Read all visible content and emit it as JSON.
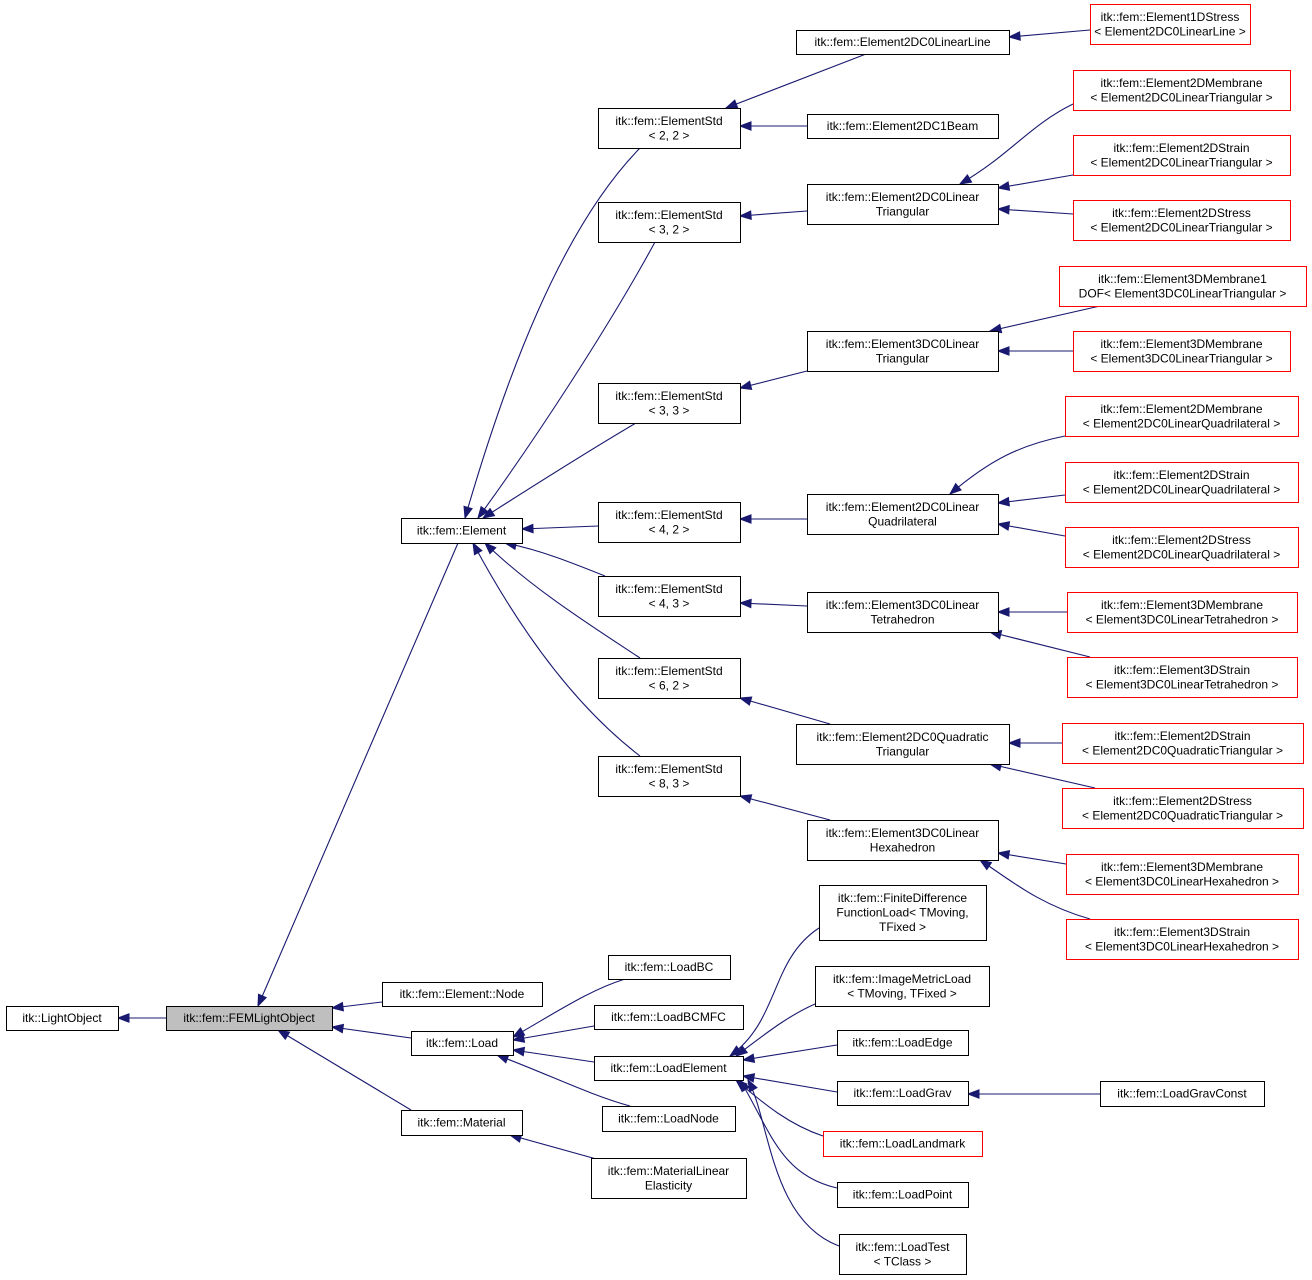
{
  "colors": {
    "edge": "#191970",
    "border": "#000000",
    "truncated_border": "#ff0000",
    "highlight_fill": "#bfbfbf"
  },
  "nodes": [
    {
      "id": "lightobject",
      "lines": [
        "itk::LightObject"
      ]
    },
    {
      "id": "femlightobject",
      "lines": [
        "itk::fem::FEMLightObject"
      ],
      "highlight": true
    },
    {
      "id": "element",
      "lines": [
        "itk::fem::Element"
      ]
    },
    {
      "id": "element-node",
      "lines": [
        "itk::fem::Element::Node"
      ]
    },
    {
      "id": "load",
      "lines": [
        "itk::fem::Load"
      ]
    },
    {
      "id": "material",
      "lines": [
        "itk::fem::Material"
      ]
    },
    {
      "id": "estd-2-2",
      "lines": [
        "itk::fem::ElementStd",
        "< 2, 2 >"
      ]
    },
    {
      "id": "estd-3-2",
      "lines": [
        "itk::fem::ElementStd",
        "< 3, 2 >"
      ]
    },
    {
      "id": "estd-3-3",
      "lines": [
        "itk::fem::ElementStd",
        "< 3, 3 >"
      ]
    },
    {
      "id": "estd-4-2",
      "lines": [
        "itk::fem::ElementStd",
        "< 4, 2 >"
      ]
    },
    {
      "id": "estd-4-3",
      "lines": [
        "itk::fem::ElementStd",
        "< 4, 3 >"
      ]
    },
    {
      "id": "estd-6-2",
      "lines": [
        "itk::fem::ElementStd",
        "< 6, 2 >"
      ]
    },
    {
      "id": "estd-8-3",
      "lines": [
        "itk::fem::ElementStd",
        "< 8, 3 >"
      ]
    },
    {
      "id": "e2dc0-line",
      "lines": [
        "itk::fem::Element2DC0LinearLine"
      ]
    },
    {
      "id": "e2dc1-beam",
      "lines": [
        "itk::fem::Element2DC1Beam"
      ]
    },
    {
      "id": "e2dc0-tri",
      "lines": [
        "itk::fem::Element2DC0Linear",
        "Triangular"
      ]
    },
    {
      "id": "e3dc0-tri",
      "lines": [
        "itk::fem::Element3DC0Linear",
        "Triangular"
      ]
    },
    {
      "id": "e2dc0-quad",
      "lines": [
        "itk::fem::Element2DC0Linear",
        "Quadrilateral"
      ]
    },
    {
      "id": "e3dc0-tet",
      "lines": [
        "itk::fem::Element3DC0Linear",
        "Tetrahedron"
      ]
    },
    {
      "id": "e2dc0-qtri",
      "lines": [
        "itk::fem::Element2DC0Quadratic",
        "Triangular"
      ]
    },
    {
      "id": "e3dc0-hex",
      "lines": [
        "itk::fem::Element3DC0Linear",
        "Hexahedron"
      ]
    },
    {
      "id": "e1d-stress",
      "lines": [
        "itk::fem::Element1DStress",
        "< Element2DC0LinearLine >"
      ],
      "truncated": true
    },
    {
      "id": "e2d-mem-tri",
      "lines": [
        "itk::fem::Element2DMembrane",
        "< Element2DC0LinearTriangular >"
      ],
      "truncated": true
    },
    {
      "id": "e2d-strain-tri",
      "lines": [
        "itk::fem::Element2DStrain",
        "< Element2DC0LinearTriangular >"
      ],
      "truncated": true
    },
    {
      "id": "e2d-stress-tri",
      "lines": [
        "itk::fem::Element2DStress",
        "< Element2DC0LinearTriangular >"
      ],
      "truncated": true
    },
    {
      "id": "e3d-mem1dof-tri",
      "lines": [
        "itk::fem::Element3DMembrane1",
        "DOF< Element3DC0LinearTriangular >"
      ],
      "truncated": true
    },
    {
      "id": "e3d-mem-tri",
      "lines": [
        "itk::fem::Element3DMembrane",
        "< Element3DC0LinearTriangular >"
      ],
      "truncated": true
    },
    {
      "id": "e2d-mem-quad",
      "lines": [
        "itk::fem::Element2DMembrane",
        "< Element2DC0LinearQuadrilateral >"
      ],
      "truncated": true
    },
    {
      "id": "e2d-strain-quad",
      "lines": [
        "itk::fem::Element2DStrain",
        "< Element2DC0LinearQuadrilateral >"
      ],
      "truncated": true
    },
    {
      "id": "e2d-stress-quad",
      "lines": [
        "itk::fem::Element2DStress",
        "< Element2DC0LinearQuadrilateral >"
      ],
      "truncated": true
    },
    {
      "id": "e3d-mem-tet",
      "lines": [
        "itk::fem::Element3DMembrane",
        "< Element3DC0LinearTetrahedron >"
      ],
      "truncated": true
    },
    {
      "id": "e3d-strain-tet",
      "lines": [
        "itk::fem::Element3DStrain",
        "< Element3DC0LinearTetrahedron >"
      ],
      "truncated": true
    },
    {
      "id": "e2d-strain-qtri",
      "lines": [
        "itk::fem::Element2DStrain",
        "< Element2DC0QuadraticTriangular >"
      ],
      "truncated": true
    },
    {
      "id": "e2d-stress-qtri",
      "lines": [
        "itk::fem::Element2DStress",
        "< Element2DC0QuadraticTriangular >"
      ],
      "truncated": true
    },
    {
      "id": "e3d-mem-hex",
      "lines": [
        "itk::fem::Element3DMembrane",
        "< Element3DC0LinearHexahedron >"
      ],
      "truncated": true
    },
    {
      "id": "e3d-strain-hex",
      "lines": [
        "itk::fem::Element3DStrain",
        "< Element3DC0LinearHexahedron >"
      ],
      "truncated": true
    },
    {
      "id": "loadbc",
      "lines": [
        "itk::fem::LoadBC"
      ]
    },
    {
      "id": "loadbcmfc",
      "lines": [
        "itk::fem::LoadBCMFC"
      ]
    },
    {
      "id": "loadelement",
      "lines": [
        "itk::fem::LoadElement"
      ]
    },
    {
      "id": "loadnode",
      "lines": [
        "itk::fem::LoadNode"
      ]
    },
    {
      "id": "matlinelastic",
      "lines": [
        "itk::fem::MaterialLinear",
        "Elasticity"
      ]
    },
    {
      "id": "finitediff",
      "lines": [
        "itk::fem::FiniteDifference",
        "FunctionLoad< TMoving,",
        "TFixed >"
      ]
    },
    {
      "id": "imagemetric",
      "lines": [
        "itk::fem::ImageMetricLoad",
        "< TMoving, TFixed >"
      ]
    },
    {
      "id": "loadedge",
      "lines": [
        "itk::fem::LoadEdge"
      ]
    },
    {
      "id": "loadgrav",
      "lines": [
        "itk::fem::LoadGrav"
      ]
    },
    {
      "id": "loadlandmark",
      "lines": [
        "itk::fem::LoadLandmark"
      ],
      "truncated": true
    },
    {
      "id": "loadpoint",
      "lines": [
        "itk::fem::LoadPoint"
      ]
    },
    {
      "id": "loadtest",
      "lines": [
        "itk::fem::LoadTest",
        "< TClass >"
      ]
    },
    {
      "id": "loadgravconst",
      "lines": [
        "itk::fem::LoadGravConst"
      ]
    }
  ],
  "edges": [
    {
      "from": "femlightobject",
      "to": "lightobject"
    },
    {
      "from": "element",
      "to": "femlightobject"
    },
    {
      "from": "element-node",
      "to": "femlightobject"
    },
    {
      "from": "load",
      "to": "femlightobject"
    },
    {
      "from": "material",
      "to": "femlightobject"
    },
    {
      "from": "estd-2-2",
      "to": "element"
    },
    {
      "from": "estd-3-2",
      "to": "element"
    },
    {
      "from": "estd-3-3",
      "to": "element"
    },
    {
      "from": "estd-4-2",
      "to": "element"
    },
    {
      "from": "estd-4-3",
      "to": "element"
    },
    {
      "from": "estd-6-2",
      "to": "element"
    },
    {
      "from": "estd-8-3",
      "to": "element"
    },
    {
      "from": "e2dc0-line",
      "to": "estd-2-2"
    },
    {
      "from": "e2dc1-beam",
      "to": "estd-2-2"
    },
    {
      "from": "e2dc0-tri",
      "to": "estd-3-2"
    },
    {
      "from": "e3dc0-tri",
      "to": "estd-3-3"
    },
    {
      "from": "e2dc0-quad",
      "to": "estd-4-2"
    },
    {
      "from": "e3dc0-tet",
      "to": "estd-4-3"
    },
    {
      "from": "e2dc0-qtri",
      "to": "estd-6-2"
    },
    {
      "from": "e3dc0-hex",
      "to": "estd-8-3"
    },
    {
      "from": "e1d-stress",
      "to": "e2dc0-line"
    },
    {
      "from": "e2d-mem-tri",
      "to": "e2dc0-tri"
    },
    {
      "from": "e2d-strain-tri",
      "to": "e2dc0-tri"
    },
    {
      "from": "e2d-stress-tri",
      "to": "e2dc0-tri"
    },
    {
      "from": "e3d-mem1dof-tri",
      "to": "e3dc0-tri"
    },
    {
      "from": "e3d-mem-tri",
      "to": "e3dc0-tri"
    },
    {
      "from": "e2d-mem-quad",
      "to": "e2dc0-quad"
    },
    {
      "from": "e2d-strain-quad",
      "to": "e2dc0-quad"
    },
    {
      "from": "e2d-stress-quad",
      "to": "e2dc0-quad"
    },
    {
      "from": "e3d-mem-tet",
      "to": "e3dc0-tet"
    },
    {
      "from": "e3d-strain-tet",
      "to": "e3dc0-tet"
    },
    {
      "from": "e2d-strain-qtri",
      "to": "e2dc0-qtri"
    },
    {
      "from": "e2d-stress-qtri",
      "to": "e2dc0-qtri"
    },
    {
      "from": "e3d-mem-hex",
      "to": "e3dc0-hex"
    },
    {
      "from": "e3d-strain-hex",
      "to": "e3dc0-hex"
    },
    {
      "from": "loadbc",
      "to": "load"
    },
    {
      "from": "loadbcmfc",
      "to": "load"
    },
    {
      "from": "loadelement",
      "to": "load"
    },
    {
      "from": "loadnode",
      "to": "load"
    },
    {
      "from": "matlinelastic",
      "to": "material"
    },
    {
      "from": "finitediff",
      "to": "loadelement"
    },
    {
      "from": "imagemetric",
      "to": "loadelement"
    },
    {
      "from": "loadedge",
      "to": "loadelement"
    },
    {
      "from": "loadgrav",
      "to": "loadelement"
    },
    {
      "from": "loadlandmark",
      "to": "loadelement"
    },
    {
      "from": "loadpoint",
      "to": "loadelement"
    },
    {
      "from": "loadtest",
      "to": "loadelement"
    },
    {
      "from": "loadgravconst",
      "to": "loadgrav"
    }
  ]
}
